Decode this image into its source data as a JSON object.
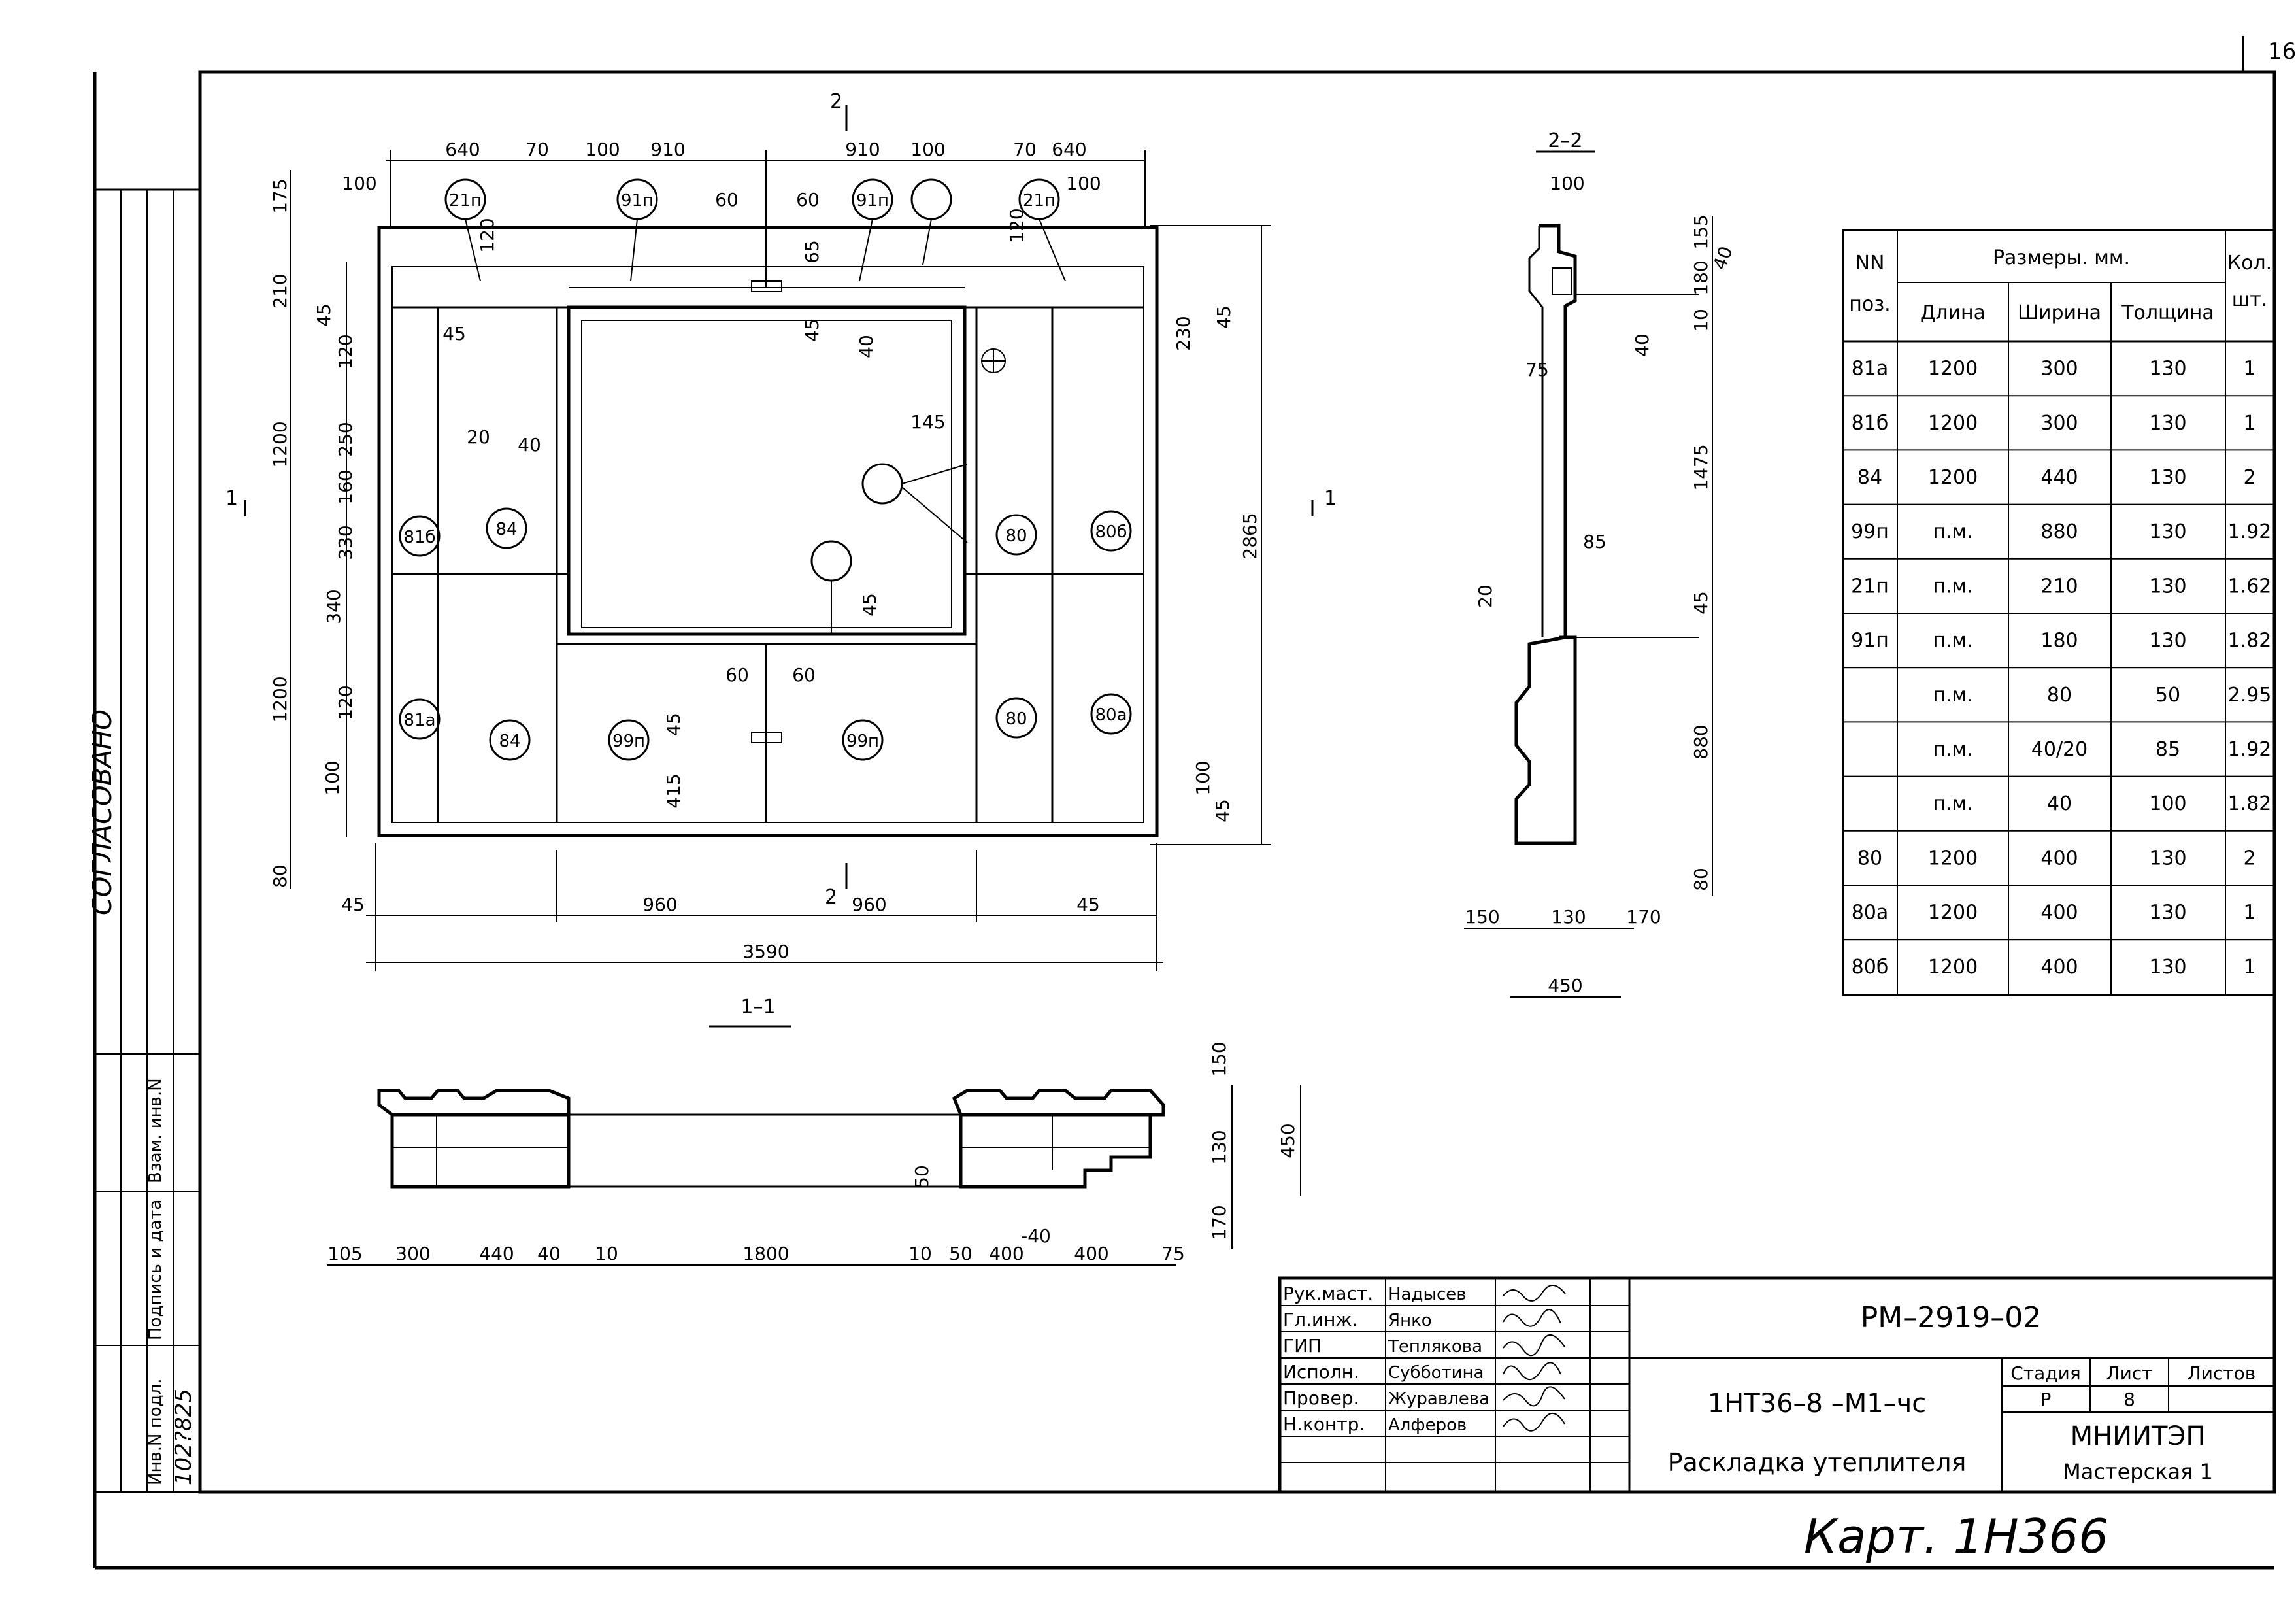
{
  "sheet_corner_number": "16",
  "side_stamp": {
    "approved": "СОГЛАСОВАНО",
    "col_inv": "Инв.N подл.",
    "col_sign": "Подпись и дата",
    "col_replace": "Взам. инв.N",
    "inv_value": "102?825"
  },
  "plan": {
    "section_2_mark": "2",
    "section_1_mark": "1",
    "top_dims": [
      "640",
      "70",
      "100",
      "910",
      "910",
      "100",
      "70",
      "640"
    ],
    "top_sub_dims": [
      "100",
      "100"
    ],
    "circle_labels_top": [
      "21п",
      "91п",
      "91п",
      "21п"
    ],
    "inner_dims": [
      "60",
      "60",
      "65",
      "45",
      "40",
      "145",
      "45",
      "60",
      "60",
      "45",
      "415",
      "120",
      "120",
      "45",
      "20",
      "40",
      "230",
      "45"
    ],
    "left_dims": [
      "175",
      "210",
      "45",
      "120",
      "250",
      "1200",
      "160",
      "330",
      "340",
      "120",
      "1200",
      "100",
      "80"
    ],
    "right_dims": [
      "2865",
      "45",
      "100"
    ],
    "circle_labels": [
      "81б",
      "84",
      "80",
      "80б",
      "81а",
      "84",
      "99п",
      "99п",
      "80",
      "80а"
    ],
    "bottom_dims": [
      "45",
      "960",
      "960",
      "45"
    ],
    "overall_width": "3590"
  },
  "section_2_2": {
    "title": "2–2",
    "dims_top": [
      "100",
      "155",
      "180",
      "10",
      "40"
    ],
    "dims_mid": [
      "75",
      "40",
      "1475",
      "85",
      "20",
      "45"
    ],
    "dims_low": [
      "880",
      "80"
    ],
    "dims_bottom": [
      "150",
      "130",
      "170"
    ],
    "overall": "450"
  },
  "section_1_1": {
    "title": "1–1",
    "bottom_dims": [
      "105",
      "300",
      "440",
      "40",
      "10",
      "1800",
      "10",
      "50",
      "400",
      "-40",
      "400",
      "75"
    ],
    "right_dims": [
      "150",
      "130",
      "170",
      "450"
    ],
    "inner_dim": "50"
  },
  "spec_table": {
    "headers": {
      "pos": "NN поз.",
      "sizes": "Размеры. мм.",
      "len": "Длина",
      "wid": "Ширина",
      "thk": "Толщина",
      "qty": "Кол. шт."
    },
    "rows": [
      {
        "pos": "81а",
        "len": "1200",
        "wid": "300",
        "thk": "130",
        "qty": "1"
      },
      {
        "pos": "81б",
        "len": "1200",
        "wid": "300",
        "thk": "130",
        "qty": "1"
      },
      {
        "pos": "84",
        "len": "1200",
        "wid": "440",
        "thk": "130",
        "qty": "2"
      },
      {
        "pos": "99п",
        "len": "п.м.",
        "wid": "880",
        "thk": "130",
        "qty": "1.92"
      },
      {
        "pos": "21п",
        "len": "п.м.",
        "wid": "210",
        "thk": "130",
        "qty": "1.62"
      },
      {
        "pos": "91п",
        "len": "п.м.",
        "wid": "180",
        "thk": "130",
        "qty": "1.82"
      },
      {
        "pos": "",
        "len": "п.м.",
        "wid": "80",
        "thk": "50",
        "qty": "2.95"
      },
      {
        "pos": "",
        "len": "п.м.",
        "wid": "40/20",
        "thk": "85",
        "qty": "1.92"
      },
      {
        "pos": "",
        "len": "п.м.",
        "wid": "40",
        "thk": "100",
        "qty": "1.82"
      },
      {
        "pos": "80",
        "len": "1200",
        "wid": "400",
        "thk": "130",
        "qty": "2"
      },
      {
        "pos": "80а",
        "len": "1200",
        "wid": "400",
        "thk": "130",
        "qty": "1"
      },
      {
        "pos": "80б",
        "len": "1200",
        "wid": "400",
        "thk": "130",
        "qty": "1"
      }
    ]
  },
  "title_block": {
    "roles": [
      "Рук.маст.",
      "Гл.инж.",
      "ГИП",
      "Исполн.",
      "Провер.",
      "Н.контр."
    ],
    "names": [
      "Надысев",
      "Янко",
      "Теплякова",
      "Субботина",
      "Журавлева",
      "Алферов"
    ],
    "doc_code": "РМ–2919–02",
    "product": "1НТ36–8  –М1–чс",
    "sheet_title": "Раскладка утеплителя",
    "stage_label": "Стадия",
    "sheet_label": "Лист",
    "sheets_label": "Листов",
    "stage_value": "Р",
    "sheet_value": "8",
    "org": "МНИИТЭП",
    "workshop": "Мастерская 1"
  },
  "archive_note": "Карт. 1Н366"
}
